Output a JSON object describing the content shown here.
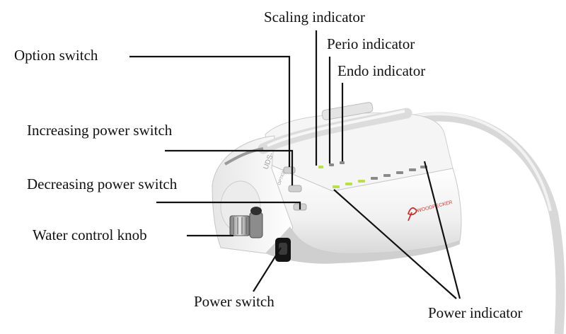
{
  "labels": {
    "scaling_indicator": "Scaling indicator",
    "perio_indicator": "Perio indicator",
    "endo_indicator": "Endo indicator",
    "option_switch": "Option switch",
    "increasing_power_switch": "Increasing power switch",
    "decreasing_power_switch": "Decreasing power switch",
    "water_control_knob": "Water control knob",
    "power_switch": "Power switch",
    "power_indicator": "Power indicator"
  },
  "device": {
    "brand_text": "WOODPECKER",
    "model_text": "UDS-",
    "option_text": "OPTION"
  },
  "colors": {
    "indicator_green": "#b8e04a",
    "indicator_off": "#8a8a8a",
    "brand_red": "#c0392b",
    "leader_line": "#111111"
  }
}
